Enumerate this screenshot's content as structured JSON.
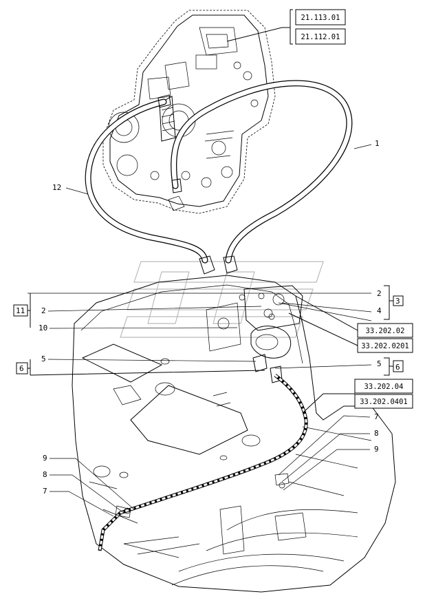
{
  "references": {
    "r1": "21.113.01",
    "r2": "21.112.01",
    "r3": "33.202.02",
    "r4": "33.202.0201",
    "r5": "33.202.04",
    "r6": "33.202.0401"
  },
  "callouts": {
    "c1": "1",
    "c12": "12",
    "c2a": "2",
    "c2b": "2",
    "c3": "3",
    "c4": "4",
    "c10": "10",
    "c11": "11",
    "c5a": "5",
    "c5b": "5",
    "c6a": "6",
    "c6b": "6",
    "c7a": "7",
    "c8a": "8",
    "c9a": "9",
    "c9b": "9",
    "c8b": "8",
    "c7b": "7"
  }
}
